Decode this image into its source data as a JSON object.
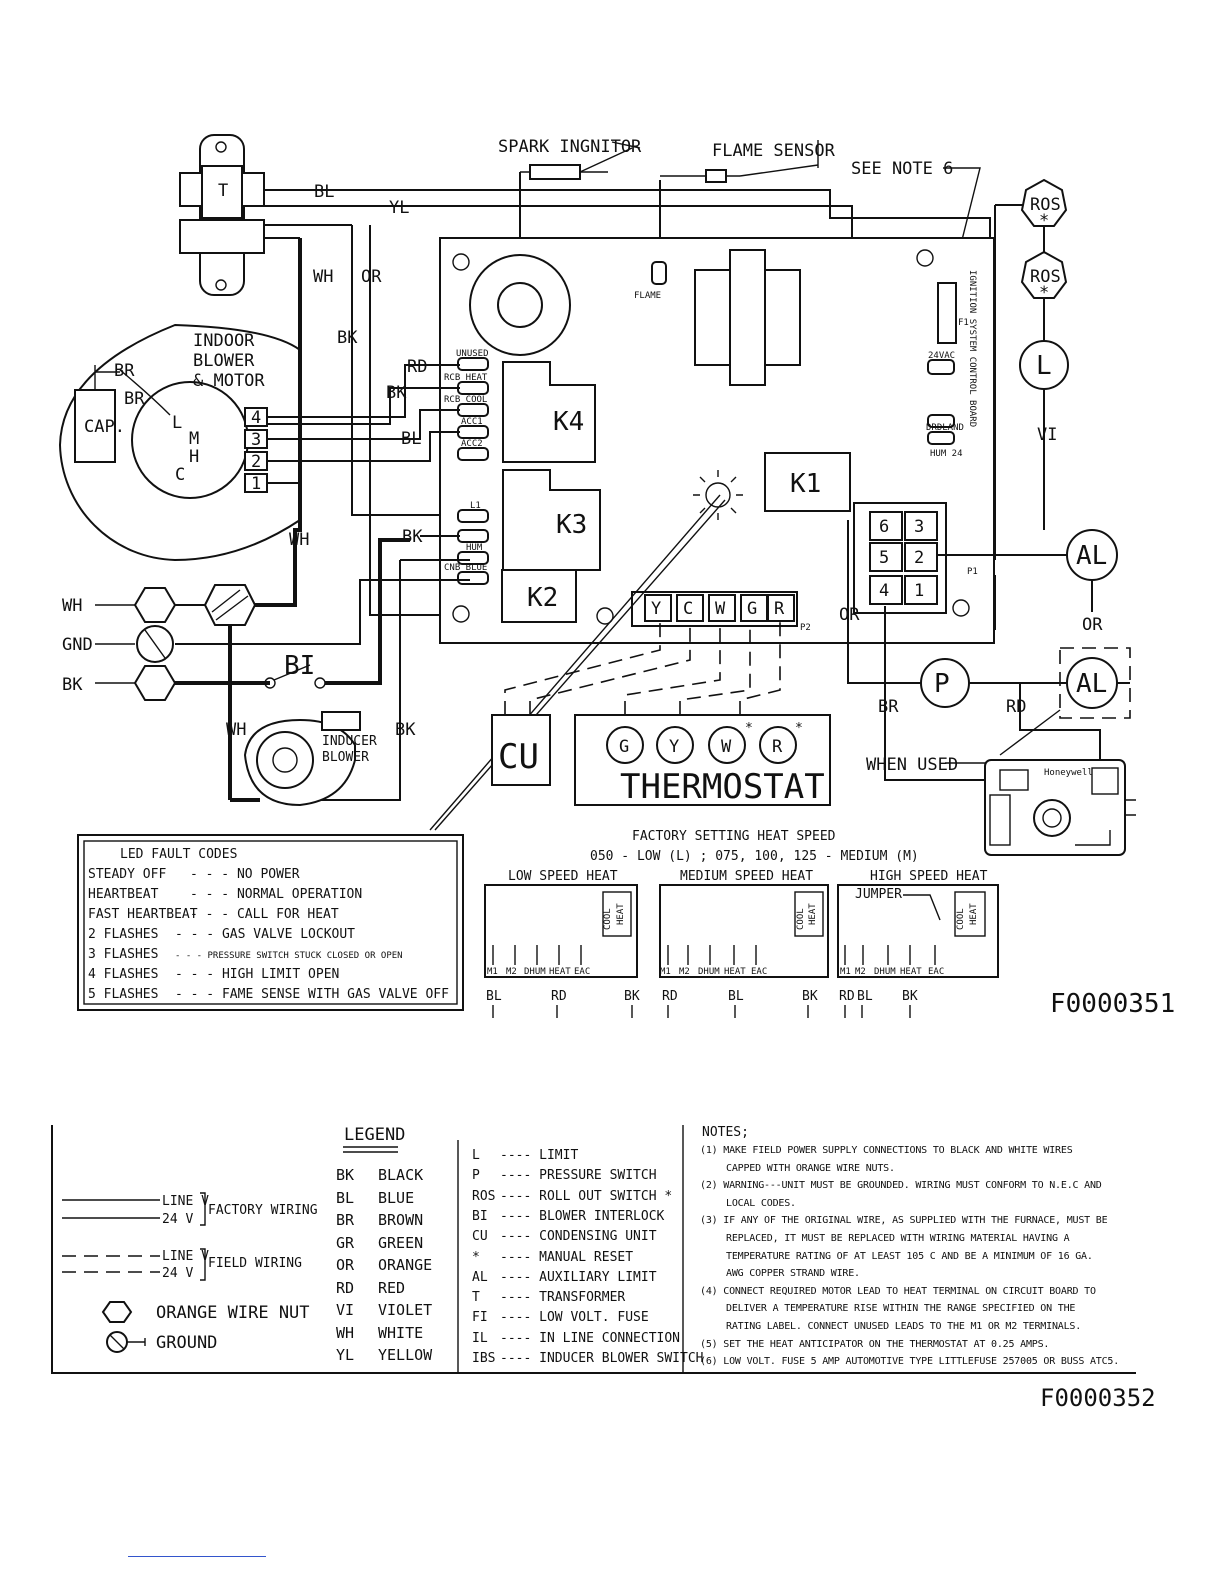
{
  "figure_ids": {
    "top": "F0000351",
    "bottom": "F0000352"
  },
  "components": {
    "spark": "SPARK INGNITOR",
    "flame_sensor": "FLAME SENSOR",
    "see_note": "SEE NOTE 6",
    "transformer": "T",
    "indoor_blower": [
      "INDOOR",
      "BLOWER",
      "& MOTOR"
    ],
    "cap": "CAP.",
    "motor_taps": [
      "L",
      "M",
      "H",
      "C"
    ],
    "terminals": [
      "4",
      "3",
      "2",
      "1"
    ],
    "inducer": [
      "INDUCER",
      "BLOWER"
    ],
    "bi": "BI",
    "cu": "CU",
    "thermostat": "THERMOSTAT",
    "thermostat_terms": [
      "G",
      "Y",
      "W",
      "R"
    ],
    "relays": [
      "K4",
      "K3",
      "K2",
      "K1"
    ],
    "plug": [
      "6",
      "3",
      "5",
      "2",
      "4",
      "1"
    ],
    "lowvolt_terms": [
      "Y",
      "C",
      "W",
      "G",
      "R"
    ],
    "ros": "ROS",
    "ros_star": "*",
    "limit": "L",
    "al": "AL",
    "pressure": "P",
    "when_used": "WHEN USED",
    "board_labels": [
      "FLAME",
      "24VAC",
      "UNUSED",
      "RCB HEAT",
      "RCB COOL",
      "ACC1",
      "ACC2",
      "L1",
      "HUM",
      "CNB BLUE",
      "F1",
      "HUM 24",
      "DRDLAND",
      "P2",
      "P1"
    ],
    "board_side_text": "IGNITION SYSTEM CONTROL BOARD",
    "valve_brand": "Honeywell",
    "supply": [
      "WH",
      "GND",
      "BK"
    ]
  },
  "wire_labels": {
    "bl": "BL",
    "yl": "YL",
    "wh": "WH",
    "or": "OR",
    "bk": "BK",
    "br": "BR",
    "rd": "RD",
    "vi": "VI"
  },
  "led": {
    "title": "LED FAULT CODES",
    "rows": [
      [
        "STEADY OFF",
        "- - - NO POWER"
      ],
      [
        "HEARTBEAT",
        "- - - NORMAL OPERATION"
      ],
      [
        "FAST HEARTBEAT",
        "- - - CALL FOR HEAT"
      ],
      [
        "2 FLASHES",
        "- - - GAS VALVE LOCKOUT"
      ],
      [
        "3 FLASHES",
        "- - - PRESSURE SWITCH STUCK CLOSED OR OPEN"
      ],
      [
        "4 FLASHES",
        "- - - HIGH LIMIT OPEN"
      ],
      [
        "5 FLASHES",
        "- - - FAME SENSE WITH GAS VALVE OFF"
      ]
    ]
  },
  "speed": {
    "title": "FACTORY SETTING HEAT SPEED",
    "subtitle": "050 - LOW (L) ; 075, 100, 125 - MEDIUM (M)",
    "boxes": [
      {
        "title": "LOW SPEED HEAT",
        "pins": [
          "M1",
          "M2",
          "DHUM",
          "HEAT",
          "EAC"
        ],
        "side": [
          "COOL",
          "HEAT"
        ],
        "wires": [
          "BL",
          "RD",
          "BK"
        ]
      },
      {
        "title": "MEDIUM SPEED HEAT",
        "pins": [
          "M1",
          "M2",
          "DHUM",
          "HEAT",
          "EAC"
        ],
        "side": [
          "COOL",
          "HEAT"
        ],
        "wires": [
          "RD",
          "BL",
          "BK"
        ]
      },
      {
        "title": "HIGH SPEED HEAT",
        "pins": [
          "M1",
          "M2",
          "DHUM",
          "HEAT",
          "EAC"
        ],
        "side": [
          "COOL",
          "HEAT"
        ],
        "wires": [
          "RD",
          "BL",
          "BK"
        ],
        "jumper": "JUMPER"
      }
    ]
  },
  "legend": {
    "title": "LEGEND",
    "line_v": "LINE V",
    "v24": "24 V",
    "factory": "FACTORY WIRING",
    "field": "FIELD WIRING",
    "nut": "ORANGE WIRE NUT",
    "ground": "GROUND",
    "colors": [
      [
        "BK",
        "BLACK"
      ],
      [
        "BL",
        "BLUE"
      ],
      [
        "BR",
        "BROWN"
      ],
      [
        "GR",
        "GREEN"
      ],
      [
        "OR",
        "ORANGE"
      ],
      [
        "RD",
        "RED"
      ],
      [
        "VI",
        "VIOLET"
      ],
      [
        "WH",
        "WHITE"
      ],
      [
        "YL",
        "YELLOW"
      ]
    ],
    "abbr": [
      [
        "L",
        "---- LIMIT"
      ],
      [
        "P",
        "---- PRESSURE SWITCH"
      ],
      [
        "ROS",
        "---- ROLL OUT SWITCH *"
      ],
      [
        "BI",
        "---- BLOWER INTERLOCK"
      ],
      [
        "CU",
        "---- CONDENSING UNIT"
      ],
      [
        "*",
        "---- MANUAL RESET"
      ],
      [
        "AL",
        "---- AUXILIARY LIMIT"
      ],
      [
        "T",
        "---- TRANSFORMER"
      ],
      [
        "FI",
        "---- LOW VOLT. FUSE"
      ],
      [
        "IL",
        "---- IN LINE CONNECTION"
      ],
      [
        "IBS",
        "---- INDUCER BLOWER SWITCH"
      ]
    ]
  },
  "notes": {
    "title": "NOTES;",
    "lines": [
      "(1) MAKE FIELD POWER SUPPLY CONNECTIONS TO BLACK AND WHITE WIRES",
      "CAPPED WITH ORANGE WIRE NUTS.",
      "(2) WARNING---UNIT MUST BE GROUNDED. WIRING MUST CONFORM TO N.E.C AND",
      "LOCAL CODES.",
      "(3) IF ANY OF THE ORIGINAL WIRE, AS SUPPLIED WITH THE FURNACE, MUST BE",
      "REPLACED, IT MUST BE REPLACED WITH WIRING MATERIAL HAVING A",
      "TEMPERATURE RATING OF AT LEAST 105 C AND BE A MINIMUM OF 16 GA.",
      "AWG COPPER STRAND WIRE.",
      "(4) CONNECT REQUIRED MOTOR LEAD TO HEAT TERMINAL ON CIRCUIT BOARD TO",
      "DELIVER A TEMPERATURE RISE WITHIN THE RANGE SPECIFIED ON THE",
      "RATING LABEL. CONNECT UNUSED LEADS TO THE M1 OR M2 TERMINALS.",
      "(5) SET THE HEAT ANTICIPATOR ON THE THERMOSTAT AT 0.25 AMPS.",
      "(6) LOW VOLT. FUSE 5 AMP AUTOMOTIVE TYPE LITTLEFUSE 257005 OR BUSS ATC5."
    ]
  }
}
